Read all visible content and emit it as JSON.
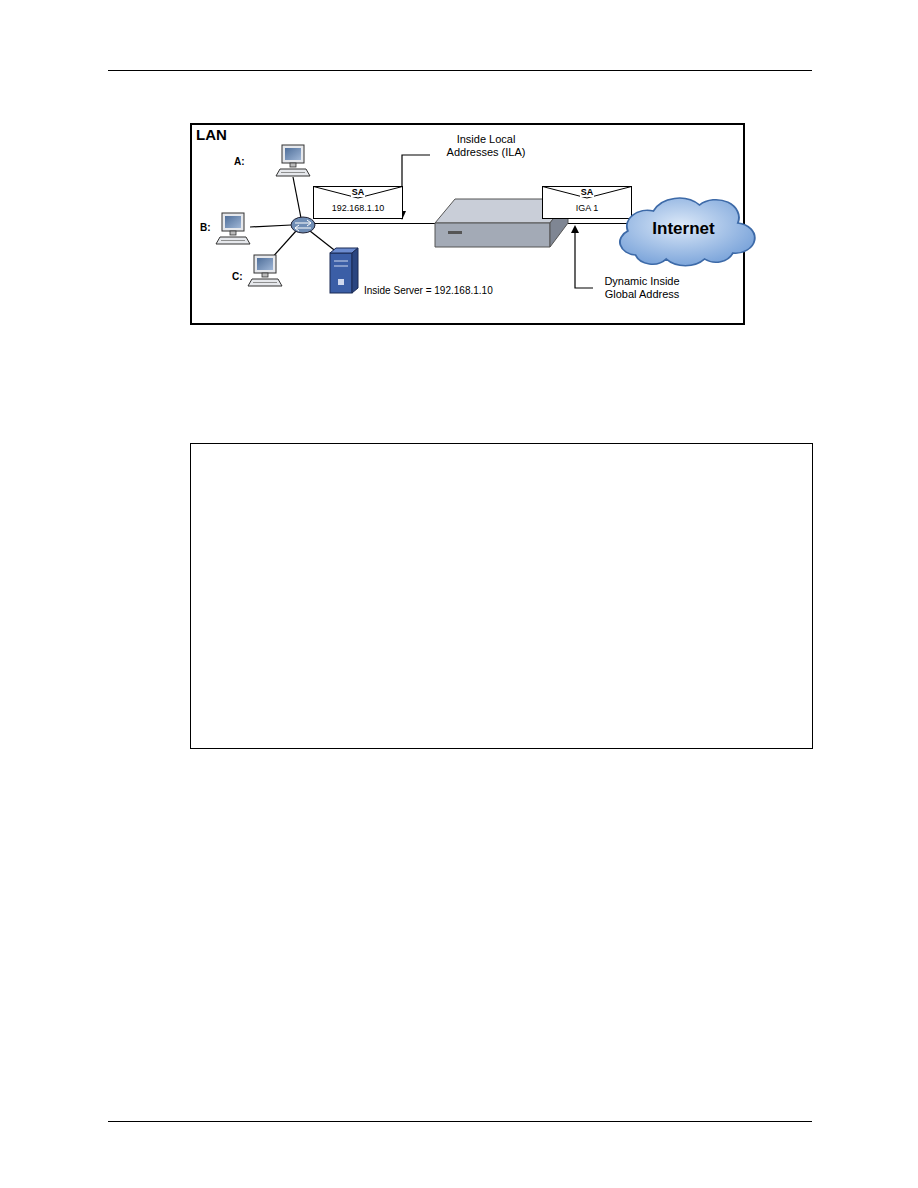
{
  "diagram": {
    "nodes": [
      {
        "text": [
          "LAN"
        ]
      },
      {
        "text": [
          "SA",
          "192.168.1.10"
        ],
        "in": 0
      },
      {
        "text": [
          "SA",
          "IGA 1"
        ],
        "in": 0
      },
      {
        "text": [
          "Internet"
        ],
        "in": 0
      }
    ],
    "labels": [
      "A:",
      "B:",
      "C:",
      "Inside Server = 192.168.1.10",
      "Inside Local Addresses (ILA)",
      "Dynamic Inside Global Address"
    ]
  }
}
